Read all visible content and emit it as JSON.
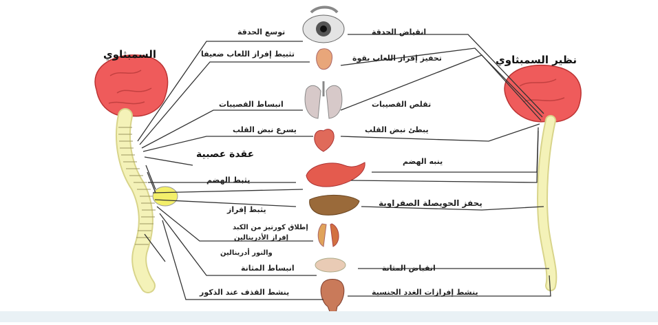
{
  "titles": {
    "left_system": "السمبثاوي",
    "right_system": "نظير السمبثاوي",
    "ganglion": "عقدة عصبية"
  },
  "left_labels": {
    "pupil_dilate": "توسع الحدقة",
    "saliva_inhibit": "تثبيط إفراز اللعاب ضعيفا",
    "bronchi_relax": "انبساط القصيبات",
    "heart_accel": "يسرع نبض القلب",
    "digestion_inhibit": "يثبط الهضم",
    "secretion_inhibit": "يثبط إفراز",
    "liver_glucose": "إطلاق كورتيز من الكبد",
    "adrenaline": "إفراز الأدرينالين",
    "noradrenaline": "والنور أدرينالين",
    "bladder_relax": "انبساط المثانة",
    "ejaculation": "ينشط القذف عند الذكور"
  },
  "right_labels": {
    "pupil_constrict": "انقباض الحدقة",
    "saliva_stimulate": "تحفيز إفراز اللعاب بقوة",
    "bronchi_constrict": "تقلص القصيبات",
    "heart_slow": "يبطئ نبض القلب",
    "digestion_stimulate": "ينبه الهضم",
    "gallbladder": "يحفز الحويصلة الصفراوية",
    "bladder_contract": "انقباض المثانة",
    "sexual_glands": "ينشط إفرازات الغدد الجنسية"
  },
  "organs": [
    "eye-icon",
    "salivary-gland-icon",
    "lungs-icon",
    "heart-icon",
    "stomach-icon",
    "liver-icon",
    "kidney-icon",
    "bladder-icon",
    "reproductive-organ-icon"
  ],
  "colors": {
    "brain": "#ef5b5b",
    "spine": "#f4f2b8",
    "ganglion": "#f3ef6a",
    "nerve": "#333333"
  }
}
